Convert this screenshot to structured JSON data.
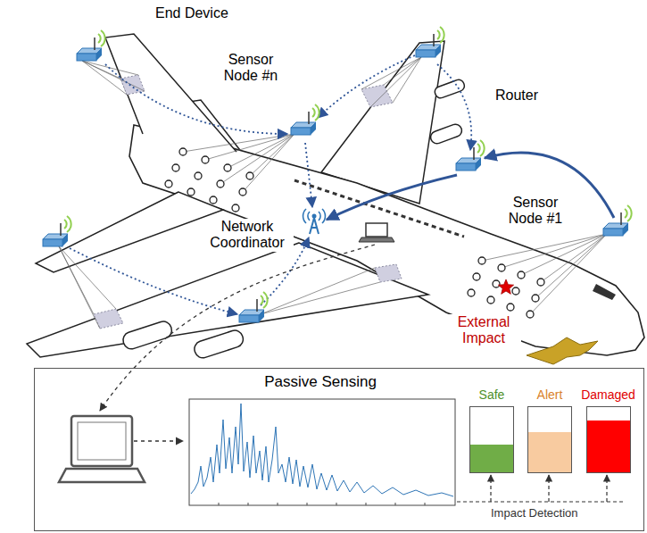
{
  "diagram": {
    "nodes": [
      {
        "text": [
          "Passive Sensing"
        ]
      },
      {
        "text": [
          "Safe"
        ],
        "in": 0
      },
      {
        "text": [
          "Alert"
        ],
        "in": 0
      },
      {
        "text": [
          "Damaged"
        ],
        "in": 0
      }
    ],
    "labels": [
      "End Device",
      "Sensor Node #n",
      "Router",
      "Network Coordinator",
      "Sensor Node #1",
      "External Impact",
      "Impact Detection"
    ]
  }
}
